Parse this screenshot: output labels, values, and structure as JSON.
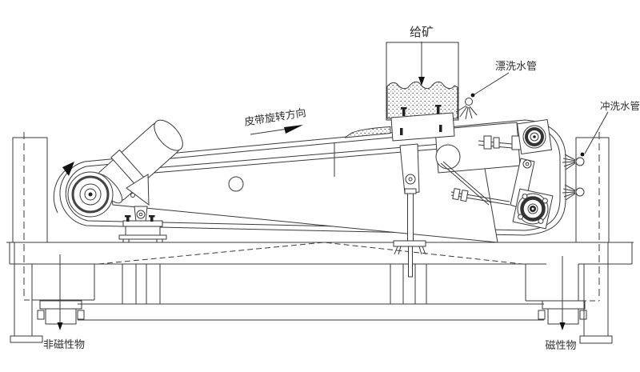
{
  "diagram": {
    "labels": {
      "feed": "给矿",
      "rinse_pipe": "漂洗水管",
      "flush_pipe": "冲洗水管",
      "belt_direction": "皮带旋转方向",
      "non_magnetic_discharge": "非磁性物",
      "magnetic_discharge": "磁性物"
    },
    "colors": {
      "background": "#ffffff",
      "line": "#3a3a3a"
    }
  }
}
